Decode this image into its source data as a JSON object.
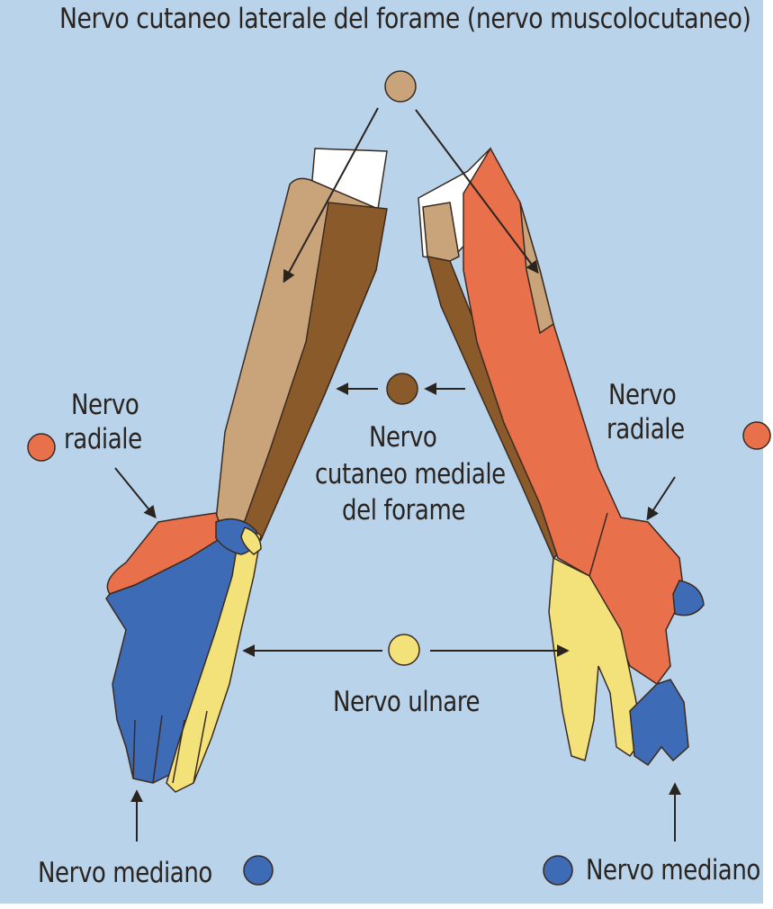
{
  "title": "Nervo cutaneo laterale del forame (nervo muscolocutaneo)",
  "labels": {
    "radial_left": [
      "Nervo",
      "radiale"
    ],
    "radial_right": [
      "Nervo",
      "radiale"
    ],
    "medial_cutaneous": [
      "Nervo",
      "cutaneo mediale",
      "del forame"
    ],
    "ulnar": "Nervo ulnare",
    "median_left": "Nervo mediano",
    "median_right": "Nervo mediano"
  },
  "legend_colors": {
    "lateral_cutaneous": "#c9a47a",
    "medial_cutaneous": "#8a5a2b",
    "radial": "#e8704a",
    "ulnar": "#f3e27a",
    "median": "#3d6bb5"
  },
  "background": "#b9d3ea"
}
